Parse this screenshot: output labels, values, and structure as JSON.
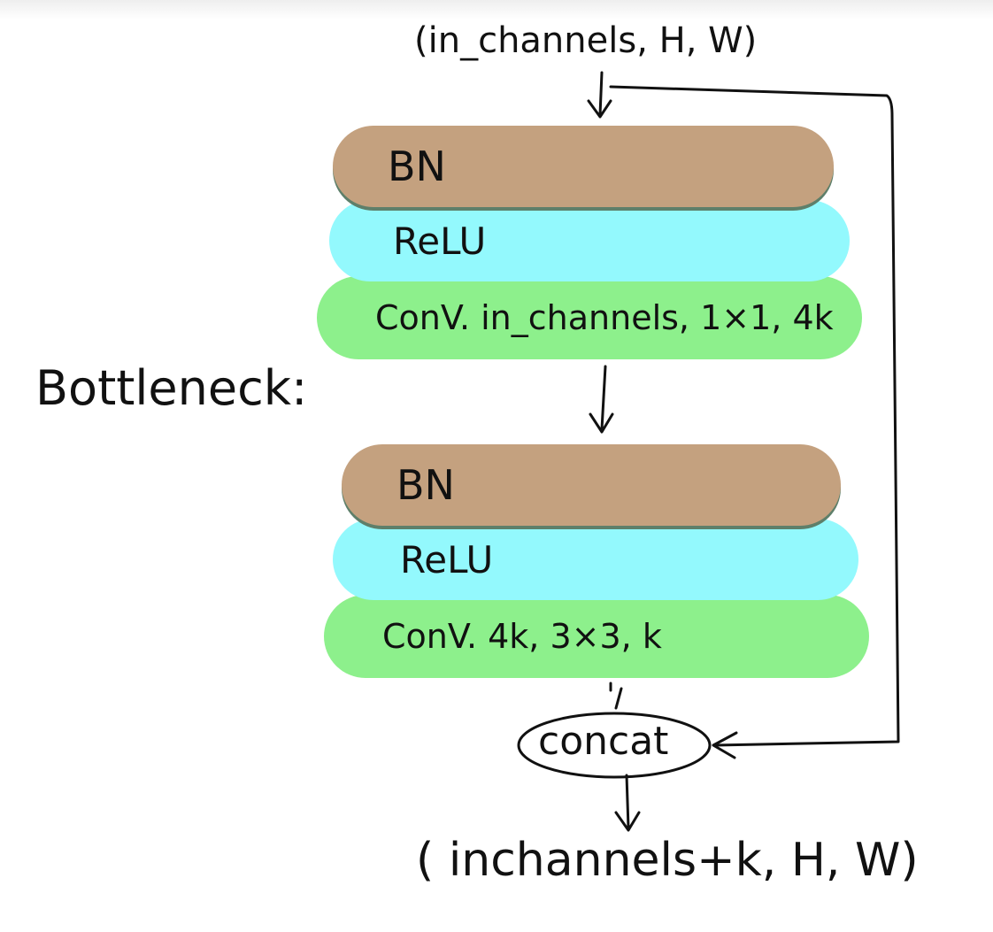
{
  "diagram": {
    "input_shape": "(in_channels, H, W)",
    "section_label": "Bottleneck:",
    "block_1": {
      "bn": "BN",
      "relu": "ReLU",
      "conv": "ConV. in_channels, 1×1, 4k"
    },
    "block_2": {
      "bn": "BN",
      "relu": "ReLU",
      "conv": "ConV. 4k, 3×3, k"
    },
    "merge": "concat",
    "output_shape": "( inchannels+k, H, W)"
  },
  "colors": {
    "bn": "#c4a17f",
    "relu": "#93f9fd",
    "conv": "#8df08c",
    "ink": "#111111"
  }
}
